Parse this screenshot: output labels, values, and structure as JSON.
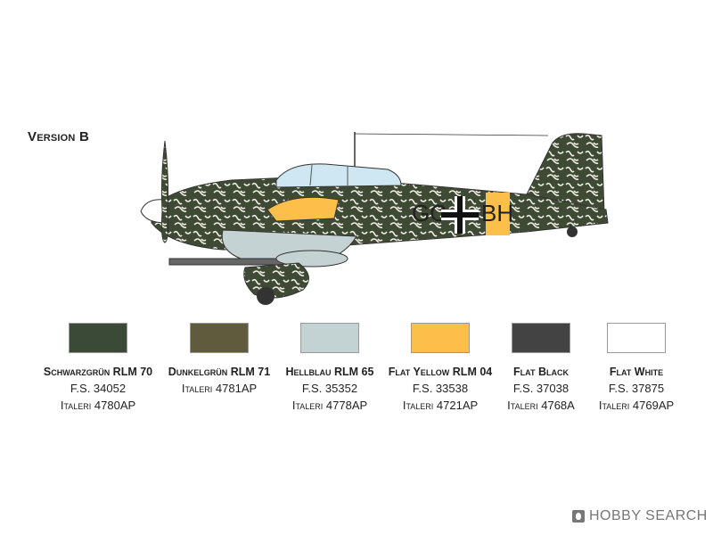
{
  "version_title": "Version B",
  "aircraft": {
    "fuselage_code_left": "GC",
    "fuselage_code_right": "BH",
    "colors": {
      "camo_green": "#3f4a35",
      "camo_white": "#f1efe6",
      "underside": "#c5d2d3",
      "yellow": "#fbbf4a",
      "canopy": "#cfe7f2"
    }
  },
  "swatches": [
    {
      "name": "Schwarzgrün RLM 70",
      "fs": "F.S. 34052",
      "brand": "Italeri",
      "code": "4780AP",
      "color": "#3a4a36"
    },
    {
      "name": "Dunkelgrün RLM 71",
      "fs": "",
      "brand": "Italeri",
      "code": "4781AP",
      "color": "#5f5c3d"
    },
    {
      "name": "Hellblau RLM 65",
      "fs": "F.S. 35352",
      "brand": "Italeri",
      "code": "4778AP",
      "color": "#c3d2d3"
    },
    {
      "name": "Flat Yellow RLM 04",
      "fs": "F.S. 33538",
      "brand": "Italeri",
      "code": "4721AP",
      "color": "#fbbf4a"
    },
    {
      "name": "Flat Black",
      "fs": "F.S. 37038",
      "brand": "Italeri",
      "code": "4768A",
      "color": "#434343"
    },
    {
      "name": "Flat White",
      "fs": "F.S. 37875",
      "brand": "Italeri",
      "code": "4769AP",
      "color": "#ffffff"
    }
  ],
  "watermark": "HOBBY SEARCH"
}
